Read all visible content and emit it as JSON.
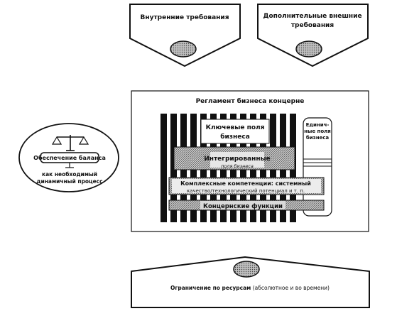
{
  "top_left_box": {
    "title": "Внутренние требования",
    "badge": ""
  },
  "top_right_box": {
    "title_line1": "Дополнительные внешние",
    "title_line2": "требования",
    "badge": ""
  },
  "main_panel": {
    "title": "Регламент бизнеса концерне",
    "key_fields_line1": "Ключевые поля",
    "key_fields_line2": "бизнеса",
    "side_fields_line1": "Единич-",
    "side_fields_line2": "ные поля",
    "side_fields_line3": "бизнеса",
    "integrated_line1": "Интегрированные",
    "integrated_line2": "поля бизнеса",
    "competencies_line1": "Комплексные компетенции: системный",
    "competencies_line2": "качество/технологический потенциал и т. п.",
    "concern_functions": "Концернские функции"
  },
  "balance_ellipse": {
    "label": "Обеспечение баланса",
    "caption_line1": "как необходимый",
    "caption_line2": "динамичный процесс"
  },
  "bottom_box": {
    "text_bold": "Ограничение по ресурсам",
    "text_normal": " (абсолютное и во времени)",
    "badge": ""
  },
  "colors": {
    "ink": "#111111",
    "hatch_gray": "#8a8a8a",
    "light_gray": "#c8c8c8",
    "paper": "#ffffff"
  }
}
